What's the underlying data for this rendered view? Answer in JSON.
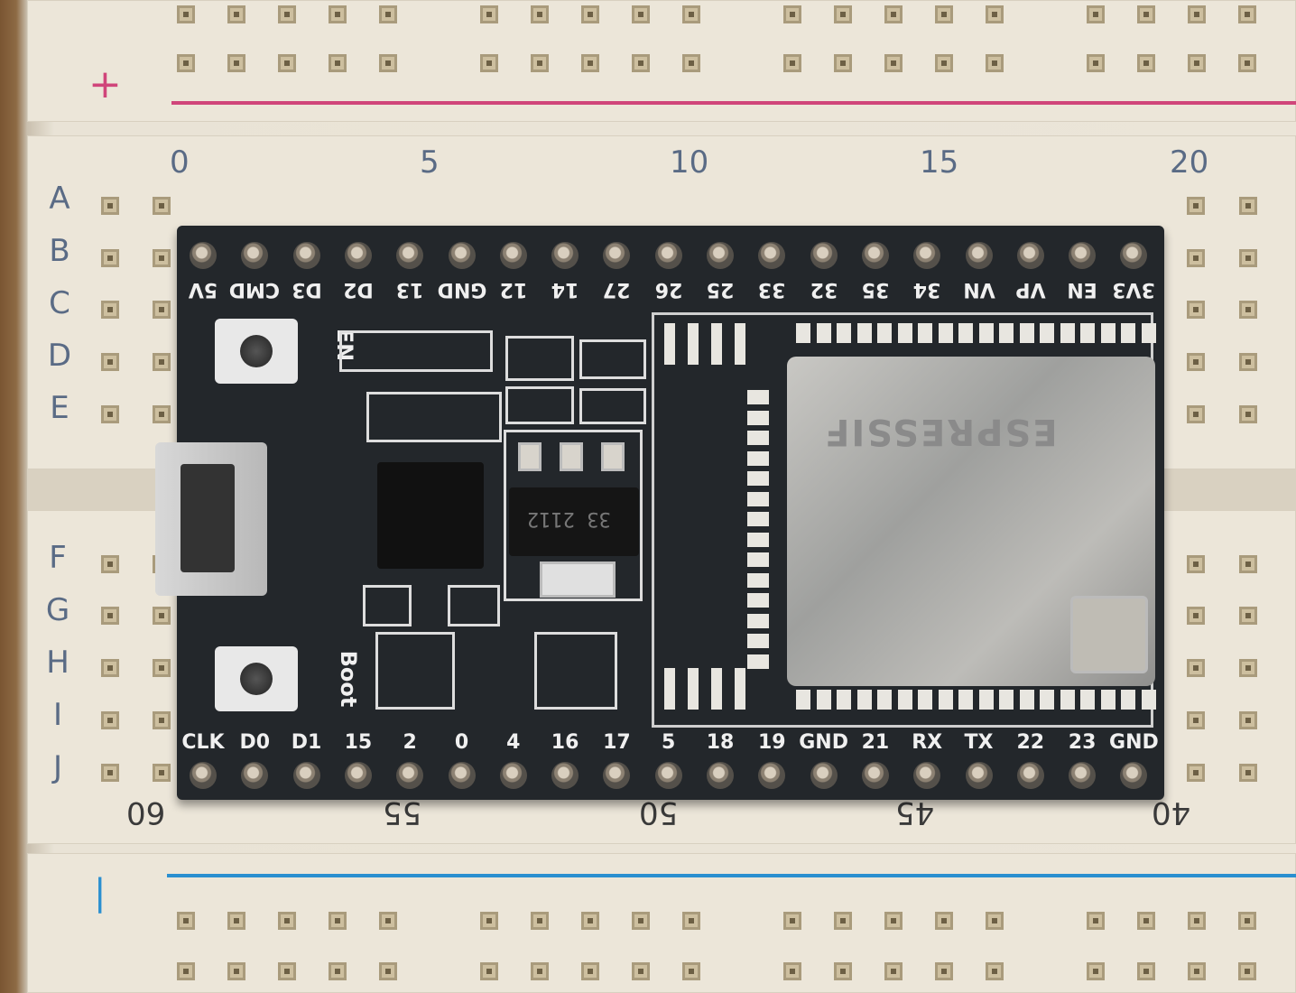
{
  "breadboard": {
    "row_labels_top": [
      "A",
      "B",
      "C",
      "D",
      "E"
    ],
    "row_labels_bottom": [
      "F",
      "G",
      "H",
      "I",
      "J"
    ],
    "column_numbers_top": [
      "0",
      "5",
      "10",
      "15",
      "20"
    ],
    "column_numbers_bottom": [
      "60",
      "55",
      "50",
      "45",
      "40"
    ],
    "rail_plus_sign": "+",
    "rail_minus_sign": "|",
    "rail_plus_color": "#d0457a",
    "rail_minus_color": "#2a8fd0"
  },
  "board": {
    "top_pin_labels": [
      "5V",
      "CMD",
      "D3",
      "D2",
      "13",
      "GND",
      "12",
      "14",
      "27",
      "26",
      "25",
      "33",
      "32",
      "35",
      "34",
      "VN",
      "VP",
      "EN",
      "3V3"
    ],
    "bottom_pin_labels": [
      "CLK",
      "D0",
      "D1",
      "15",
      "2",
      "0",
      "4",
      "16",
      "17",
      "5",
      "18",
      "19",
      "GND",
      "21",
      "RX",
      "TX",
      "22",
      "23",
      "GND"
    ],
    "button_en_label": "EN",
    "button_boot_label": "Boot",
    "module_brand": "ESPRESSIF",
    "regulator_marking": "33 2112"
  }
}
